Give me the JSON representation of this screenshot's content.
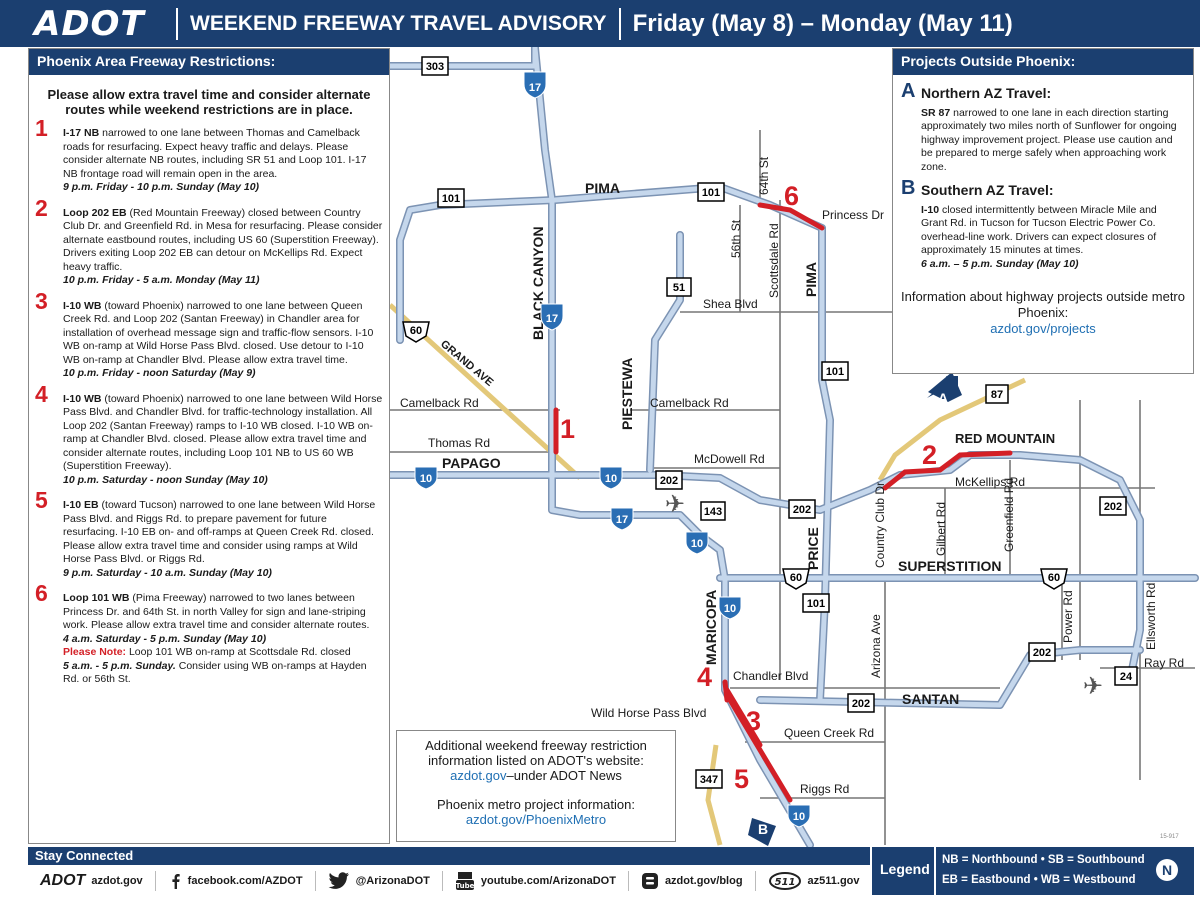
{
  "header": {
    "logo": "ADOT",
    "title": "WEEKEND FREEWAY TRAVEL ADVISORY",
    "dates": "Friday (May 8) – Monday (May 11)"
  },
  "left_panel": {
    "title": "Phoenix Area Freeway Restrictions:",
    "intro": "Please allow extra travel time and consider alternate routes while weekend restrictions are in place.",
    "items": [
      {
        "num": "1",
        "lead": "I-17 NB",
        "text": " narrowed to one lane between Thomas and Camelback roads for resurfacing. Expect heavy traffic and delays. Please consider alternate NB routes, including SR 51 and Loop 101. I-17 NB frontage road will remain open in the area.",
        "time": "9 p.m. Friday - 10 p.m. Sunday (May 10)"
      },
      {
        "num": "2",
        "lead": "Loop 202 EB",
        "text": " (Red Mountain Freeway) closed between Country Club Dr. and Greenfield Rd. in Mesa for resurfacing. Please consider alternate eastbound routes, including US 60 (Superstition Freeway). Drivers exiting Loop 202 EB can detour on McKellips Rd. Expect heavy traffic.",
        "time": "10 p.m. Friday - 5 a.m. Monday (May 11)"
      },
      {
        "num": "3",
        "lead": "I-10 WB",
        "text": " (toward Phoenix) narrowed to one lane between Queen Creek Rd. and Loop 202 (Santan Freeway) in Chandler area for installation of overhead message sign and traffic-flow sensors. I-10 WB on-ramp at Wild Horse Pass Blvd. closed. Use detour to I-10 WB on-ramp at Chandler Blvd. Please allow extra travel time.",
        "time": "10 p.m. Friday - noon Saturday (May 9)"
      },
      {
        "num": "4",
        "lead": "I-10 WB",
        "text": " (toward Phoenix) narrowed to one lane between Wild Horse Pass Blvd. and Chandler Blvd. for traffic-technology installation. All Loop 202 (Santan Freeway) ramps to I-10 WB closed. I-10 WB on-ramp at Chandler Blvd. closed. Please allow extra travel time and consider alternate routes, including Loop 101 NB to US 60 WB (Superstition Freeway).",
        "time": "10 p.m. Saturday - noon Sunday (May 10)"
      },
      {
        "num": "5",
        "lead": "I-10 EB",
        "text": " (toward Tucson) narrowed to one lane between Wild Horse Pass Blvd. and Riggs Rd. to prepare pavement for future resurfacing. I-10 EB on- and off-ramps at Queen Creek Rd. closed. Please allow extra travel time and consider using ramps at Wild Horse Pass Blvd. or Riggs Rd.",
        "time": "9 p.m. Saturday - 10 a.m. Sunday (May 10)"
      },
      {
        "num": "6",
        "lead": "Loop 101 WB",
        "text": " (Pima Freeway) narrowed to two lanes between Princess Dr. and 64th St. in north Valley for sign and lane-striping work. Please allow extra travel time and consider alternate routes.",
        "time": "4 a.m. Saturday - 5 p.m. Sunday (May 10)",
        "note_label": "Please Note:",
        "note_text": " Loop 101 WB on-ramp at Scottsdale Rd. closed",
        "note_time": "5 a.m. - 5 p.m. Sunday.",
        "note_tail": " Consider using WB on-ramps at Hayden Rd. or 56th St."
      }
    ]
  },
  "right_panel": {
    "title": "Projects Outside Phoenix:",
    "items": [
      {
        "letter": "A",
        "heading": "Northern AZ Travel:",
        "lead": "SR 87",
        "text": " narrowed to one lane in each direction starting approximately two miles north of Sunflower for ongoing highway improvement project. Please use caution and be prepared to merge safely when approaching work zone.",
        "time": ""
      },
      {
        "letter": "B",
        "heading": "Southern AZ Travel:",
        "lead": "I-10",
        "text": " closed intermittently between Miracle Mile and Grant Rd. in Tucson for Tucson Electric Power Co. overhead-line work. Drivers can expect closures of approximately 15 minutes at times.",
        "time": "6 a.m. – 5 p.m. Sunday (May 10)"
      }
    ],
    "info": "Information about highway projects outside metro Phoenix:",
    "link": "azdot.gov/projects"
  },
  "center_box": {
    "line1": "Additional weekend freeway restriction information listed on ADOT's website:",
    "link1": "azdot.gov",
    "link1_tail": "–under ADOT News",
    "line2": "Phoenix metro project information:",
    "link2": "azdot.gov/PhoenixMetro"
  },
  "map": {
    "freeway_labels": [
      "PIMA",
      "BLACK CANYON",
      "PIESTEWA",
      "PIMA",
      "PAPAGO",
      "RED MOUNTAIN",
      "SUPERSTITION",
      "PRICE",
      "MARICOPA",
      "SANTAN",
      "GRAND AVE"
    ],
    "road_labels": [
      "Princess Dr",
      "56th St",
      "64th St",
      "Scottsdale Rd",
      "Shea Blvd",
      "Camelback Rd",
      "Camelback Rd",
      "Thomas Rd",
      "McDowell Rd",
      "McKellips Rd",
      "Country Club Dr",
      "Gilbert Rd",
      "Greenfield Rd",
      "Arizona Ave",
      "Power Rd",
      "Ellsworth Rd",
      "Ray Rd",
      "Chandler Blvd",
      "Wild Horse Pass Blvd",
      "Queen Creek Rd",
      "Riggs Rd"
    ],
    "shields": [
      "303",
      "17",
      "101",
      "101",
      "51",
      "17",
      "60",
      "101",
      "10",
      "10",
      "202",
      "17",
      "10",
      "143",
      "202",
      "87",
      "202",
      "60",
      "101",
      "10",
      "202",
      "60",
      "202",
      "24",
      "347",
      "10"
    ],
    "markers": [
      "1",
      "2",
      "3",
      "4",
      "5",
      "6"
    ],
    "out_markers": [
      "A",
      "B"
    ],
    "code": "15-917",
    "colors": {
      "freeway": "#b9cde5",
      "restriction": "#d31f26",
      "road": "#777777",
      "state_route": "#e3c879"
    }
  },
  "footer": {
    "title": "Stay Connected",
    "social": [
      {
        "icon": "adot-logo",
        "label": "azdot.gov",
        "brand": "ADOT"
      },
      {
        "icon": "facebook-icon",
        "label": "facebook.com/AZDOT"
      },
      {
        "icon": "twitter-icon",
        "label": "@ArizonaDOT"
      },
      {
        "icon": "youtube-icon",
        "label": "youtube.com/ArizonaDOT"
      },
      {
        "icon": "blog-icon",
        "label": "azdot.gov/blog"
      },
      {
        "icon": "az511-icon",
        "label": "az511.gov"
      }
    ]
  },
  "legend": {
    "title": "Legend",
    "line1": "NB = Northbound  •  SB = Southbound",
    "line2": "EB = Eastbound  •  WB = Westbound",
    "north": "N"
  }
}
